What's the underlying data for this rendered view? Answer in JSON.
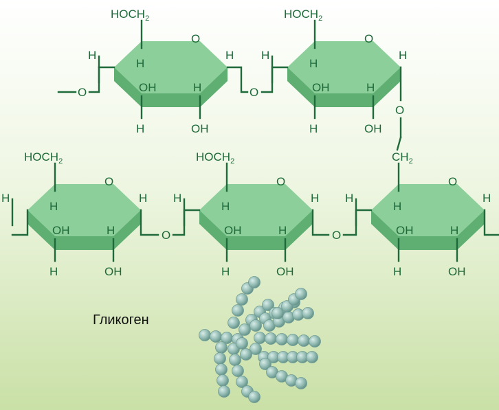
{
  "caption": "Гликоген",
  "labels": {
    "hoch2": "HOCH",
    "ch2": "CH",
    "sub2": "2",
    "h": "H",
    "oh": "OH",
    "o": "O"
  },
  "colors": {
    "bond": "#1e6a3a",
    "ring_top": "#8ccf9a",
    "ring_front": "#5fae72",
    "bead": "#8fb9b1",
    "background_top": "#ffffff",
    "background_bottom": "#c9e0a6"
  }
}
